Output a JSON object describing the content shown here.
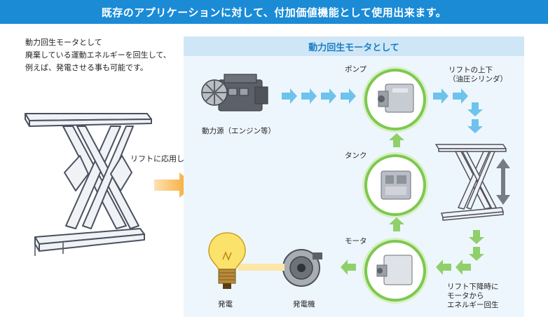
{
  "header": {
    "title": "既存のアプリケーションに対して、付加価値機能として使用出来ます。"
  },
  "intro": {
    "lines": [
      "動力回生モータとして",
      "廃棄している運動エネルギーを回生して、",
      "例えば、発電させる事も可能です。"
    ]
  },
  "left": {
    "caption": "リフトに応用したイメージ"
  },
  "panel": {
    "title": "動力回生モータとして"
  },
  "nodes": {
    "engine": "動力源（エンジン等）",
    "pump": "ポンプ",
    "lift_up": [
      "リフトの上下",
      "（油圧シリンダ）"
    ],
    "tank": "タンク",
    "motor": "モータ",
    "lift_down": [
      "リフト下降時に",
      "モータから",
      "エネルギー回生"
    ],
    "generator": "発電機",
    "power": "発電"
  },
  "colors": {
    "banner": "#1b8bd6",
    "accent_arrow": "#f6a01a",
    "blue_arrow": "#6ec3ec",
    "green_arrow": "#8fd06b",
    "panel": "#eef6fd"
  }
}
